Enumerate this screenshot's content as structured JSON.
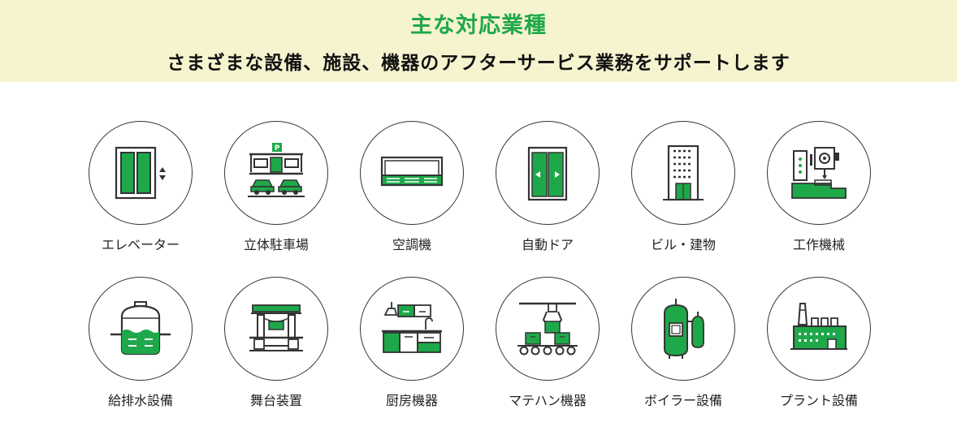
{
  "header": {
    "title": "主な対応業種",
    "subtitle": "さまざまな設備、施設、機器のアフターサービス業務をサポートします"
  },
  "colors": {
    "accent": "#1fa84a",
    "header_bg": "#f6f3cf",
    "line": "#333333"
  },
  "industries": [
    {
      "label": "エレベーター",
      "icon": "elevator-icon"
    },
    {
      "label": "立体駐車場",
      "icon": "parking-garage-icon"
    },
    {
      "label": "空調機",
      "icon": "air-conditioner-icon"
    },
    {
      "label": "自動ドア",
      "icon": "automatic-door-icon"
    },
    {
      "label": "ビル・建物",
      "icon": "building-icon"
    },
    {
      "label": "工作機械",
      "icon": "machine-tool-icon"
    },
    {
      "label": "給排水設備",
      "icon": "water-tank-icon"
    },
    {
      "label": "舞台装置",
      "icon": "stage-equipment-icon"
    },
    {
      "label": "厨房機器",
      "icon": "kitchen-equipment-icon"
    },
    {
      "label": "マテハン機器",
      "icon": "material-handling-icon"
    },
    {
      "label": "ボイラー設備",
      "icon": "boiler-icon"
    },
    {
      "label": "プラント設備",
      "icon": "plant-icon"
    }
  ]
}
